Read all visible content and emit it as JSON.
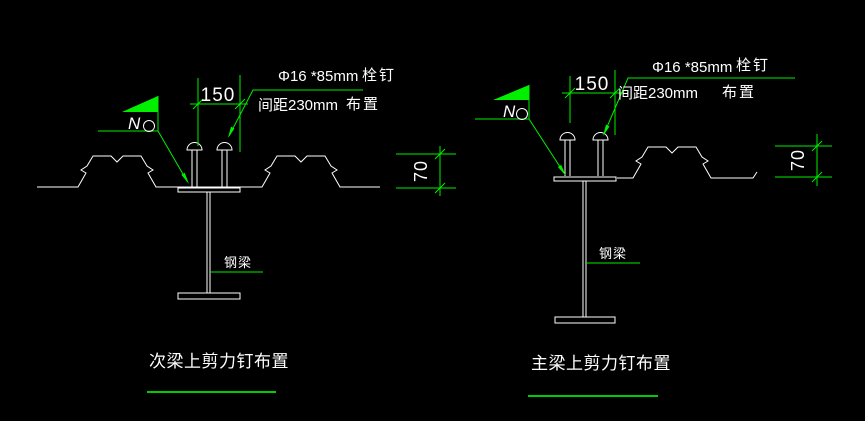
{
  "colors": {
    "background": "#000000",
    "drawing_lines": "#ffffff",
    "annotation_lines": "#00f000",
    "underline_green": "#00cc00"
  },
  "diagrams": [
    {
      "id": "secondary-beam",
      "caption": "次梁上剪力钉布置",
      "stud_spec": "Φ16 *85mm",
      "stud_spacing": "间距230mm",
      "stud_label_line1": "栓钉",
      "stud_label_line2": "布置",
      "stud_gauge_dim": "150",
      "deck_height_dim": "70",
      "beam_label": "钢梁",
      "weld_mark": "N"
    },
    {
      "id": "main-beam",
      "caption": "主梁上剪力钉布置",
      "stud_spec": "Φ16 *85mm",
      "stud_spacing": "间距230mm",
      "stud_label_line1": "栓钉",
      "stud_label_line2": "布置",
      "stud_gauge_dim": "150",
      "deck_height_dim": "70",
      "beam_label": "钢梁",
      "weld_mark": "N"
    }
  ]
}
